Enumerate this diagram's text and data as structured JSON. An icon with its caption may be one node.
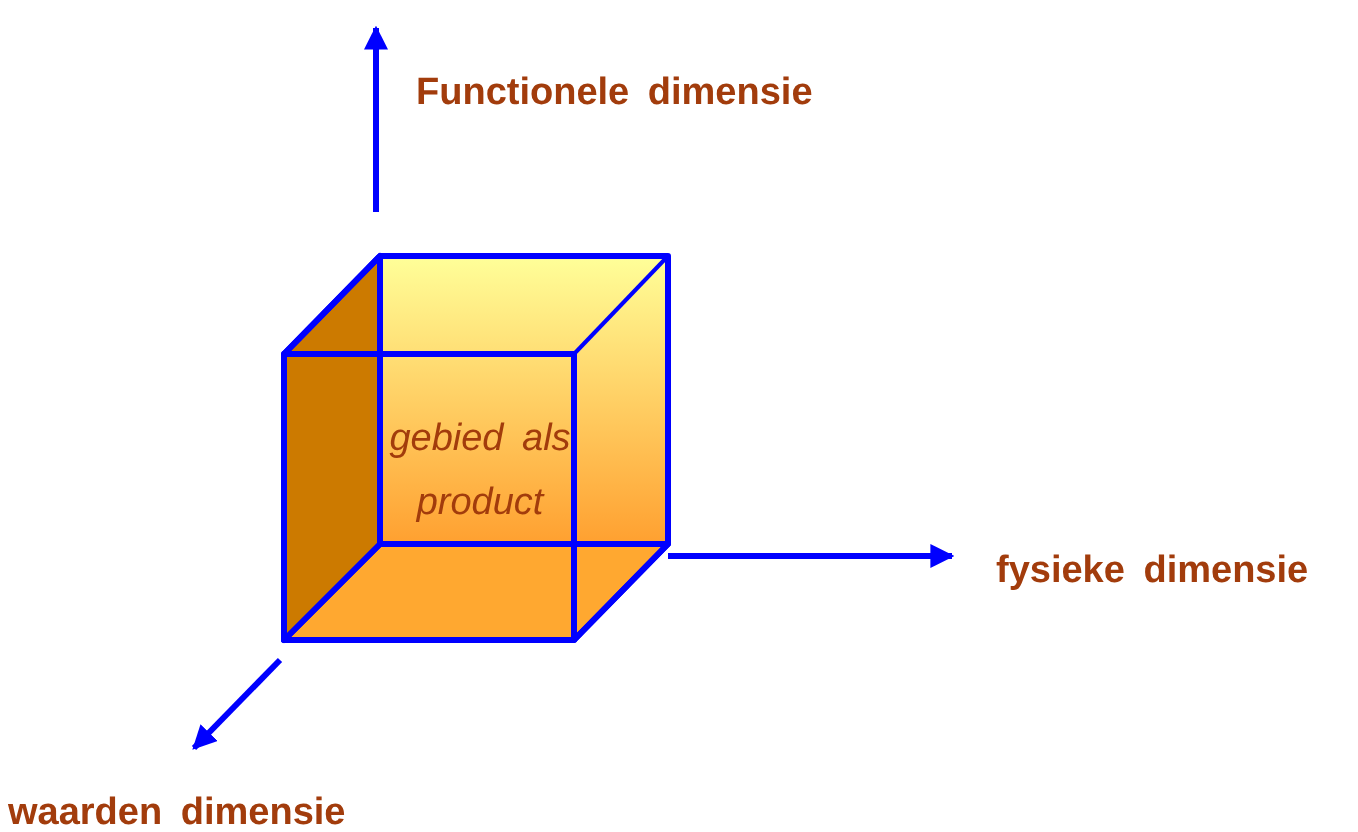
{
  "diagram": {
    "nodes": [
      {
        "text": [
          "gebied als product"
        ]
      }
    ],
    "labels": [
      "Functionele dimensie",
      "fysieke dimensie",
      "waarden dimensie"
    ]
  }
}
